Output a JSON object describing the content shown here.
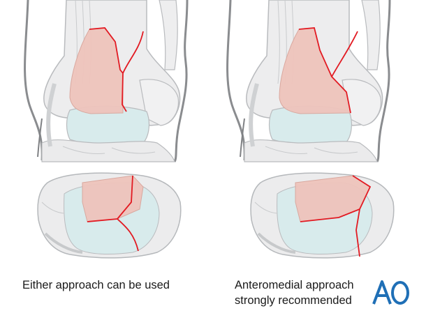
{
  "panels": [
    {
      "id": "left",
      "caption": "Either approach can be used"
    },
    {
      "id": "right",
      "caption_lines": [
        "Anteromedial approach",
        "strongly recommended"
      ]
    }
  ],
  "logo": {
    "text": "AO",
    "color": "#1f6fb6"
  },
  "colors": {
    "bone": "#e9eaeb",
    "bone_outline": "#b5b8bb",
    "fragment": "#efc7c0",
    "cartilage": "#d6eaea",
    "fracture_line": "#e21a22",
    "soft_tissue": "#808285"
  }
}
